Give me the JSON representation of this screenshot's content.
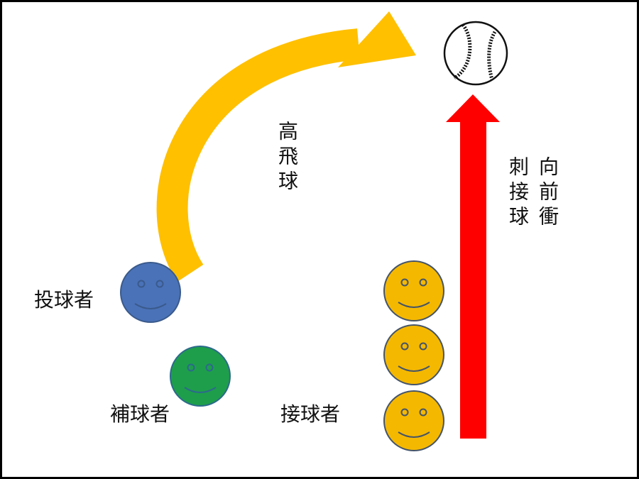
{
  "labels": {
    "lob": "高飛球",
    "charge_col1": "刺接球",
    "charge_col2": "向前衝",
    "pitcher": "投球者",
    "backup": "補球者",
    "catcher": "接球者"
  },
  "colors": {
    "lob_arrow": "#FFC000",
    "charge_arrow": "#FF0000",
    "pitcher_face": "#4A72B8",
    "backup_face": "#1E9E4A",
    "catcher_face": "#F5B800"
  }
}
